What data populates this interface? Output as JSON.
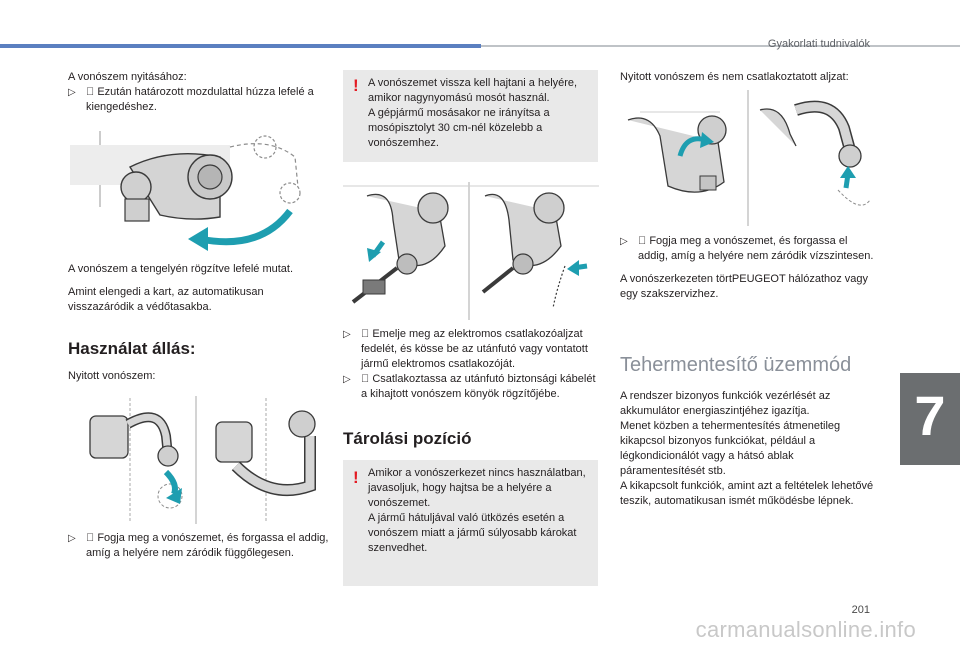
{
  "header": {
    "section_title": "Gyakorlati tudnivalók"
  },
  "chapter": {
    "number": "7"
  },
  "footer": {
    "page_number": "201",
    "watermark": "carmanualsonline.info"
  },
  "col1": {
    "intro": "A vonószem nyitásához:",
    "bullet1": "Ezután határozott mozdulattal húzza lefelé a kiengedéshez.",
    "para1": "A vonószem a tengelyén rögzítve lefelé mutat.",
    "para2": "Amint elengedi a kart, az automatikusan visszazáródik a védőtasakba.",
    "heading": "Használat állás:",
    "para3": "Nyitott vonószem:",
    "bullet2": "Fogja meg a vonószemet, és forgassa el addig, amíg a helyére nem záródik függőlegesen."
  },
  "col2": {
    "warning1": "A vonószemet vissza kell hajtani a helyére, amikor nagynyomású mosót használ.\nA gépjármű mosásakor ne irányítsa a mosópisztolyt 30 cm-nél közelebb a vonószemhez.",
    "bullet1": "Emelje meg az elektromos csatlakozóaljzat fedelét, és kösse be az utánfutó vagy vontatott jármű elektromos csatlakozóját.",
    "bullet2": "Csatlakoztassa az utánfutó biztonsági kábelét a kihajtott vonószem könyök rögzítőjébe.",
    "heading": "Tárolási pozíció",
    "warning2": "Amikor a vonószerkezet nincs használatban, javasoljuk, hogy hajtsa be a helyére a vonószemet.\nA jármű hátuljával való ütközés esetén a vonószem miatt a jármű súlyosabb károkat szenvedhet."
  },
  "col3": {
    "intro": "Nyitott vonószem és nem csatlakoztatott aljzat:",
    "bullet1": "Fogja meg a vonószemet, és forgassa el addig, amíg a helyére nem záródik vízszintesen.",
    "para1": "A vonószerkezeten törtPEUGEOT hálózathoz vagy egy szakszervizhez.",
    "heading": "Tehermentesítő üzemmód",
    "para2": "A rendszer bizonyos funkciók vezérlését az akkumulátor energiaszintjéhez igazítja.\nMenet közben a tehermentesítés átmenetileg kikapcsol bizonyos funkciókat, például a légkondicionálót vagy a hátsó ablak páramentesítését stb.\nA kikapcsolt funkciók, amint azt a feltételek lehetővé teszik, automatikusan ismét működésbe lépnek."
  },
  "colors": {
    "accent": "#5b7fc0",
    "arrow": "#1e9eb0",
    "warning": "#e31b23",
    "panel": "#e9e9e9",
    "tab": "#6b6e70"
  }
}
